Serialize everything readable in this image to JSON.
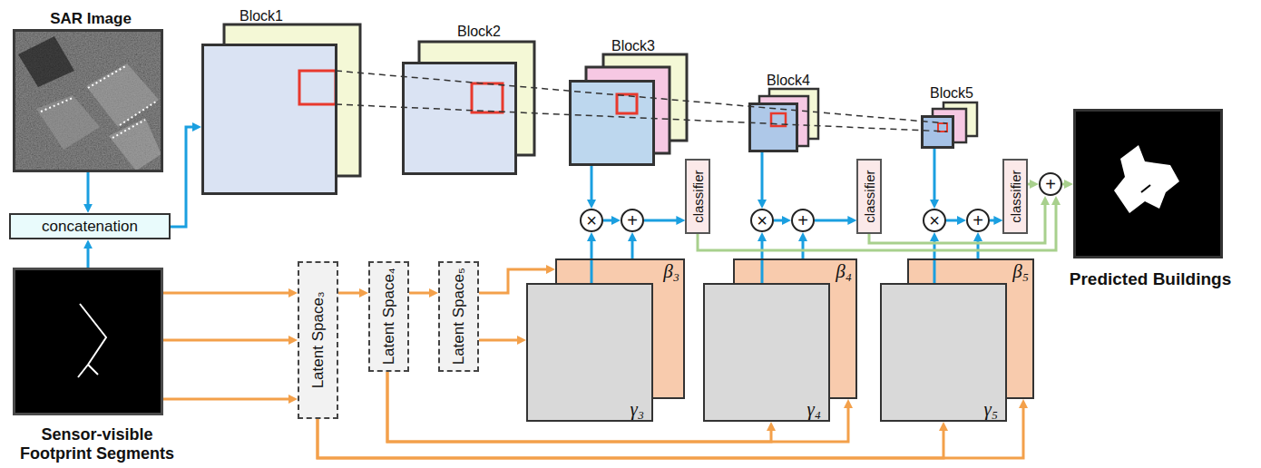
{
  "diagram": {
    "nodes": [
      {
        "text": [
          "SAR Image"
        ]
      },
      {
        "text": [
          "concatenation"
        ]
      },
      {
        "text": [
          "Sensor-visible Footprint Segments"
        ]
      },
      {
        "text": [
          "Block1"
        ]
      },
      {
        "text": [
          "Block2"
        ]
      },
      {
        "text": [
          "Block3"
        ]
      },
      {
        "text": [
          "Block4"
        ]
      },
      {
        "text": [
          "Block5"
        ]
      },
      {
        "text": [
          "×"
        ]
      },
      {
        "text": [
          "+"
        ]
      },
      {
        "text": [
          "classifier"
        ]
      },
      {
        "text": [
          "×"
        ]
      },
      {
        "text": [
          "+"
        ]
      },
      {
        "text": [
          "classifier"
        ]
      },
      {
        "text": [
          "×"
        ]
      },
      {
        "text": [
          "+"
        ]
      },
      {
        "text": [
          "classifier"
        ]
      },
      {
        "text": [
          "+"
        ]
      },
      {
        "text": [
          "Predicted Buildings"
        ]
      },
      {
        "text": [
          "Latent Space₃"
        ]
      },
      {
        "text": [
          "Latent Space₄"
        ]
      },
      {
        "text": [
          "Latent Space₅"
        ]
      },
      {
        "text": [
          "β₃"
        ]
      },
      {
        "text": [
          "γ₃"
        ]
      },
      {
        "text": [
          "β₄"
        ]
      },
      {
        "text": [
          "γ₄"
        ]
      },
      {
        "text": [
          "β₅"
        ]
      },
      {
        "text": [
          "γ₅"
        ]
      }
    ],
    "edges": [
      {
        "from": 0,
        "to": 1,
        "arrow": "to"
      },
      {
        "from": 2,
        "to": 1,
        "arrow": "to"
      },
      {
        "from": 1,
        "to": 3,
        "arrow": "to"
      },
      {
        "from": 5,
        "to": 8,
        "arrow": "to"
      },
      {
        "from": 23,
        "to": 8,
        "arrow": "to"
      },
      {
        "from": 8,
        "to": 9,
        "arrow": "to"
      },
      {
        "from": 22,
        "to": 9,
        "arrow": "to"
      },
      {
        "from": 9,
        "to": 10,
        "arrow": "to"
      },
      {
        "from": 6,
        "to": 11,
        "arrow": "to"
      },
      {
        "from": 25,
        "to": 11,
        "arrow": "to"
      },
      {
        "from": 11,
        "to": 12,
        "arrow": "to"
      },
      {
        "from": 24,
        "to": 12,
        "arrow": "to"
      },
      {
        "from": 12,
        "to": 13,
        "arrow": "to"
      },
      {
        "from": 7,
        "to": 14,
        "arrow": "to"
      },
      {
        "from": 27,
        "to": 14,
        "arrow": "to"
      },
      {
        "from": 14,
        "to": 15,
        "arrow": "to"
      },
      {
        "from": 26,
        "to": 15,
        "arrow": "to"
      },
      {
        "from": 15,
        "to": 16,
        "arrow": "to"
      },
      {
        "from": 10,
        "to": 17,
        "arrow": "to"
      },
      {
        "from": 13,
        "to": 17,
        "arrow": "to"
      },
      {
        "from": 16,
        "to": 17,
        "arrow": "to"
      },
      {
        "from": 17,
        "to": 18,
        "arrow": "to"
      },
      {
        "from": 2,
        "to": 19,
        "arrow": "to"
      },
      {
        "from": 2,
        "to": 19,
        "arrow": "to"
      },
      {
        "from": 2,
        "to": 19,
        "arrow": "to"
      },
      {
        "from": 19,
        "to": 20,
        "arrow": "to"
      },
      {
        "from": 20,
        "to": 21,
        "arrow": "to"
      },
      {
        "from": 21,
        "to": 22,
        "arrow": "to"
      },
      {
        "from": 21,
        "to": 23,
        "arrow": "to"
      },
      {
        "from": 20,
        "to": 25,
        "arrow": "to"
      },
      {
        "from": 20,
        "to": 24,
        "arrow": "to"
      },
      {
        "from": 19,
        "to": 27,
        "arrow": "to"
      },
      {
        "from": 19,
        "to": 26,
        "arrow": "to"
      }
    ]
  }
}
